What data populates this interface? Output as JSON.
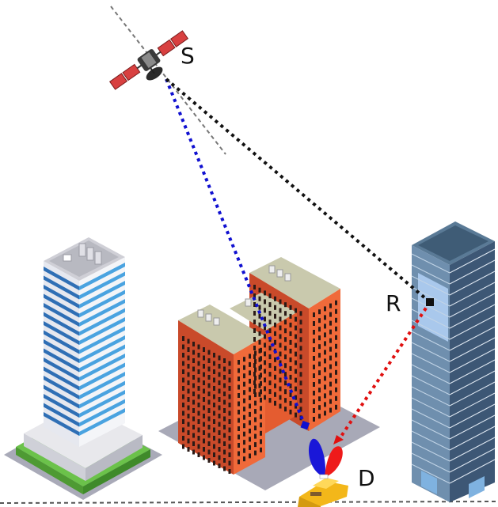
{
  "labels": {
    "satellite": "S",
    "relay": "R",
    "destination": "D"
  },
  "colors": {
    "direct_link": "#1010d0",
    "satellite_to_relay_link": "#111111",
    "relay_to_destination_link": "#e01010",
    "orbit": "#777777",
    "ground": "#555555"
  },
  "icons": {
    "satellite": "satellite-icon",
    "relay_building": "tall-blue-office-building-icon",
    "car": "taxi-car-icon",
    "antenna_pattern": "two-lobe-antenna-pattern-icon"
  }
}
